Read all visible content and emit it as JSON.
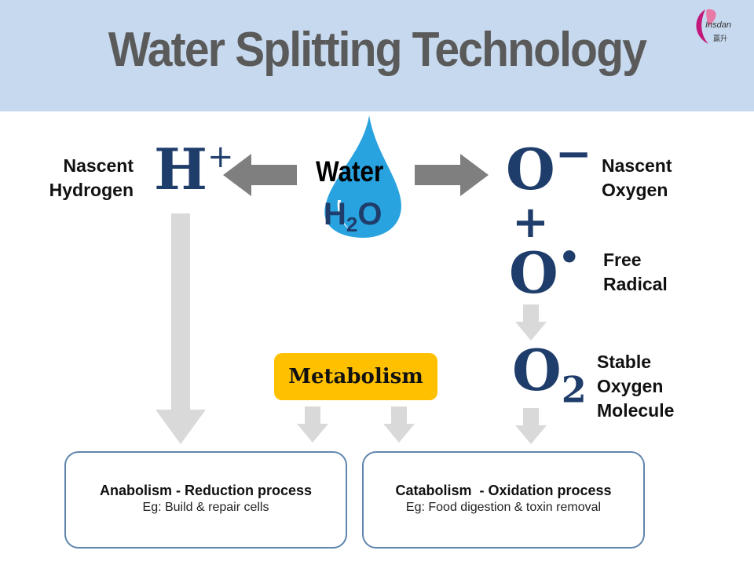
{
  "title": "Water Splitting Technology",
  "logo": {
    "text": "Insdan",
    "subtext": "赢升"
  },
  "water": {
    "label": "Water",
    "formula_main": "H",
    "formula_sub": "2",
    "formula_end": "O"
  },
  "hydrogen": {
    "symbol": "H",
    "charge": "+",
    "label_line1": "Nascent",
    "label_line2": "Hydrogen"
  },
  "nascent_oxygen": {
    "symbol": "O",
    "charge": "−",
    "label_line1": "Nascent",
    "label_line2": "Oxygen"
  },
  "plus": "+",
  "free_radical": {
    "symbol": "O",
    "dot": "•",
    "label_line1": "Free",
    "label_line2": "Radical"
  },
  "stable_oxygen": {
    "symbol": "O",
    "sub": "2",
    "label_line1": "Stable",
    "label_line2": "Oxygen",
    "label_line3": "Molecule"
  },
  "metabolism": "Metabolism",
  "anabolism": {
    "title": "Anabolism - Reduction process",
    "note": "Eg: Build & repair cells"
  },
  "catabolism": {
    "title": "Catabolism  - Oxidation process",
    "note": "Eg: Food digestion & toxin removal"
  },
  "colors": {
    "header": "#c6d9ee",
    "chem": "#1f3d6b",
    "drop": "#29a3df",
    "metabolism": "#ffc000"
  }
}
